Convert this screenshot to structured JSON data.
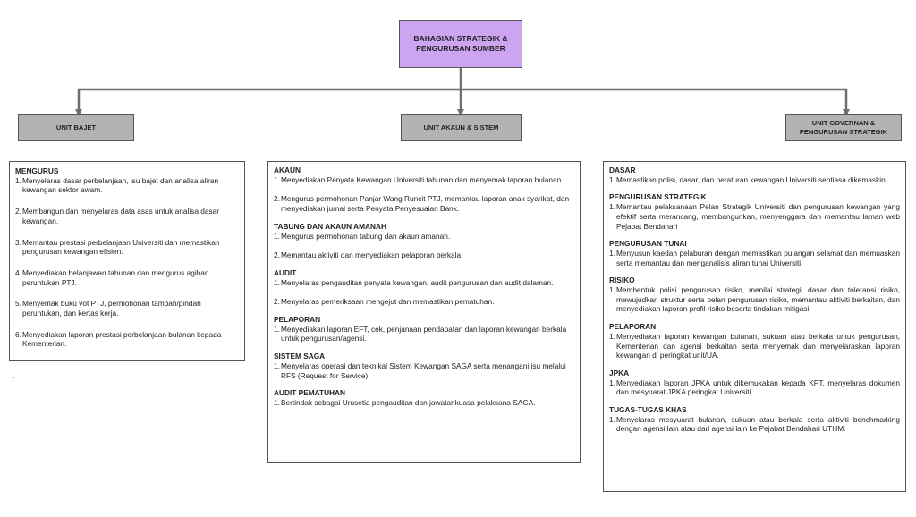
{
  "top": {
    "title": "BAHAGIAN STRATEGIK & PENGURUSAN SUMBER"
  },
  "units": [
    {
      "title": "UNIT BAJET",
      "sections": [
        {
          "title": "MENGURUS",
          "items": [
            "Menyelaras dasar perbelanjaan, isu bajet dan analisa aliran kewangan sektor awam.",
            "Membangun dan menyelaras data asas untuk analisa dasar kewangan.",
            "Memantau prestasi perbelanjaan Universiti dan memastikan pengurusan kewangan efisien.",
            "Menyediakan belanjawan tahunan dan mengurus agihan peruntukan PTJ.",
            "Menyemak buku vot PTJ, permohonan tambah/pindah peruntukan, dan kertas kerja.",
            "Menyediakan laporan prestasi perbelanjaan bulanan kepada Kementerian."
          ]
        }
      ]
    },
    {
      "title": "UNIT AKAUN  & SISTEM",
      "sections": [
        {
          "title": "AKAUN",
          "items": [
            "Menyediakan Penyata Kewangan Universiti tahunan dan menyemak laporan bulanan.",
            "Mengurus permohonan Panjar Wang Runcit PTJ, memantau laporan anak syarikat, dan menyediakan jurnal serta Penyata Penyesuaian Bank."
          ]
        },
        {
          "title": "TABUNG DAN AKAUN AMANAH",
          "items": [
            "Mengurus permohonan tabung dan akaun amanah.",
            "Memantau aktiviti dan menyediakan pelaporan berkala."
          ]
        },
        {
          "title": "AUDIT",
          "items": [
            "Menyelaras pengauditan penyata kewangan, audit pengurusan dan audit dalaman.",
            "Menyelaras pemeriksaan mengejut dan memastikan pematuhan."
          ]
        },
        {
          "title": "PELAPORAN",
          "items": [
            "Menyediakan laporan EFT, cek, penjanaan pendapatan dan laporan kewangan berkala untuk pengurusan/agensi."
          ]
        },
        {
          "title": "SISTEM SAGA",
          "items": [
            "Menyelaras operasi dan teknikal Sistem Kewangan SAGA serta menangani isu melalui RFS (Request for Service)."
          ]
        },
        {
          "title": "AUDIT PEMATUHAN",
          "items": [
            "Bertindak sebagai Urusetia pengauditan dan jawatankuasa pelaksana SAGA."
          ]
        }
      ]
    },
    {
      "title": "UNIT GOVERNAN & PENGURUSAN STRATEGIK",
      "sections": [
        {
          "title": "DASAR",
          "items": [
            "Memastikan polisi, dasar, dan peraturan kewangan Universiti sentiasa dikemaskini."
          ]
        },
        {
          "title": "PENGURUSAN STRATEGIK",
          "items": [
            "Memantau pelaksanaan Pelan Strategik Universiti dan pengurusan kewangan yang efektif serta merancang, membangunkan, menyenggara dan memantau laman web Pejabat Bendahari"
          ]
        },
        {
          "title": "PENGURUSAN TUNAI",
          "items": [
            "Menyusun kaedah pelaburan dengan memastikan pulangan selamat dan memuaskan serta memantau dan menganalisis aliran tunai Universiti."
          ]
        },
        {
          "title": "RISIKO",
          "items": [
            "Membentuk polisi pengurusan risiko, menilai strategi, dasar dan toleransi risiko, mewujudkan struktur serta pelan pengurusan risiko, memantau aktiviti berkaitan, dan menyediakan laporan profil risiko beserta tindakan mitigasi."
          ]
        },
        {
          "title": "PELAPORAN",
          "items": [
            "Menyediakan laporan kewangan bulanan, sukuan atau berkala untuk pengurusan, Kementerian dan agensi berkaitan serta menyemak dan menyelaraskan laporan kewangan di peringkat unit/UA."
          ]
        },
        {
          "title": "JPKA",
          "items": [
            "Menyediakan laporan JPKA untuk dikemukakan kepada KPT, menyelaras dokumen dan mesyuarat JPKA peringkat Universiti."
          ]
        },
        {
          "title": "TUGAS-TUGAS KHAS",
          "items": [
            "Menyelaras mesyuarat bulanan, sukuan atau berkala serta aktiviti benchmarking dengan agensi lain atau dari agensi lain ke Pejabat Bendahari UTHM."
          ]
        }
      ]
    }
  ],
  "stray_mark": ".",
  "colors": {
    "top_fill": "#cda4f0",
    "unit_fill": "#b3b3b3",
    "connector": "#6e6e6e"
  }
}
